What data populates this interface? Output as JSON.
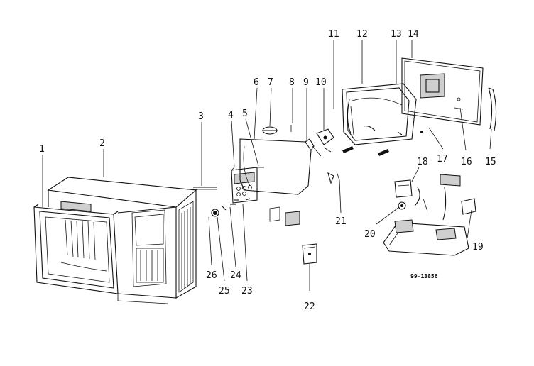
{
  "callouts": {
    "p1": "1",
    "p2": "2",
    "p3": "3",
    "p4": "4",
    "p5": "5",
    "p6": "6",
    "p7": "7",
    "p8": "8",
    "p9": "9",
    "p10": "10",
    "p11": "11",
    "p12": "12",
    "p13": "13",
    "p14": "14",
    "p15": "15",
    "p16": "16",
    "p17": "17",
    "p18": "18",
    "p19": "19",
    "p20": "20",
    "p21": "21",
    "p22": "22",
    "p23": "23",
    "p24": "24",
    "p25": "25",
    "p26": "26"
  },
  "drawing_ref": "99-13856"
}
